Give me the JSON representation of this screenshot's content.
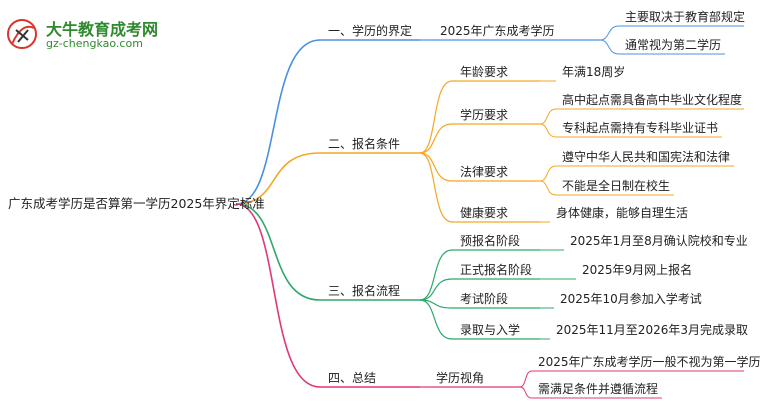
{
  "logo": {
    "title": "大牛教育成考网",
    "url": "gz-chengkao.com",
    "colors": {
      "green": "#2f8a2f",
      "red": "#d9342b"
    }
  },
  "root": {
    "label": "广东成考学历是否算第一学历2025年界定标准"
  },
  "colors": {
    "blue": "#4a90e2",
    "orange": "#f5a623",
    "green": "#2ea86a",
    "pink": "#e0367a"
  },
  "branches": [
    {
      "label": "一、学历的界定",
      "color": "blue",
      "children": [
        {
          "label": "2025年广东成考学历",
          "leaves": [
            "主要取决于教育部规定",
            "通常视为第二学历"
          ]
        }
      ]
    },
    {
      "label": "二、报名条件",
      "color": "orange",
      "children": [
        {
          "label": "年龄要求",
          "leaves": [
            "年满18周岁"
          ]
        },
        {
          "label": "学历要求",
          "leaves": [
            "高中起点需具备高中毕业文化程度",
            "专科起点需持有专科毕业证书"
          ]
        },
        {
          "label": "法律要求",
          "leaves": [
            "遵守中华人民共和国宪法和法律",
            "不能是全日制在校生"
          ]
        },
        {
          "label": "健康要求",
          "leaves": [
            "身体健康，能够自理生活"
          ]
        }
      ]
    },
    {
      "label": "三、报名流程",
      "color": "green",
      "children": [
        {
          "label": "预报名阶段",
          "leaves": [
            "2025年1月至8月确认院校和专业"
          ]
        },
        {
          "label": "正式报名阶段",
          "leaves": [
            "2025年9月网上报名"
          ]
        },
        {
          "label": "考试阶段",
          "leaves": [
            "2025年10月参加入学考试"
          ]
        },
        {
          "label": "录取与入学",
          "leaves": [
            "2025年11月至2026年3月完成录取"
          ]
        }
      ]
    },
    {
      "label": "四、总结",
      "color": "pink",
      "children": [
        {
          "label": "学历视角",
          "leaves": [
            "2025年广东成考学历一般不视为第一学历",
            "需满足条件并遵循流程"
          ]
        }
      ]
    }
  ]
}
